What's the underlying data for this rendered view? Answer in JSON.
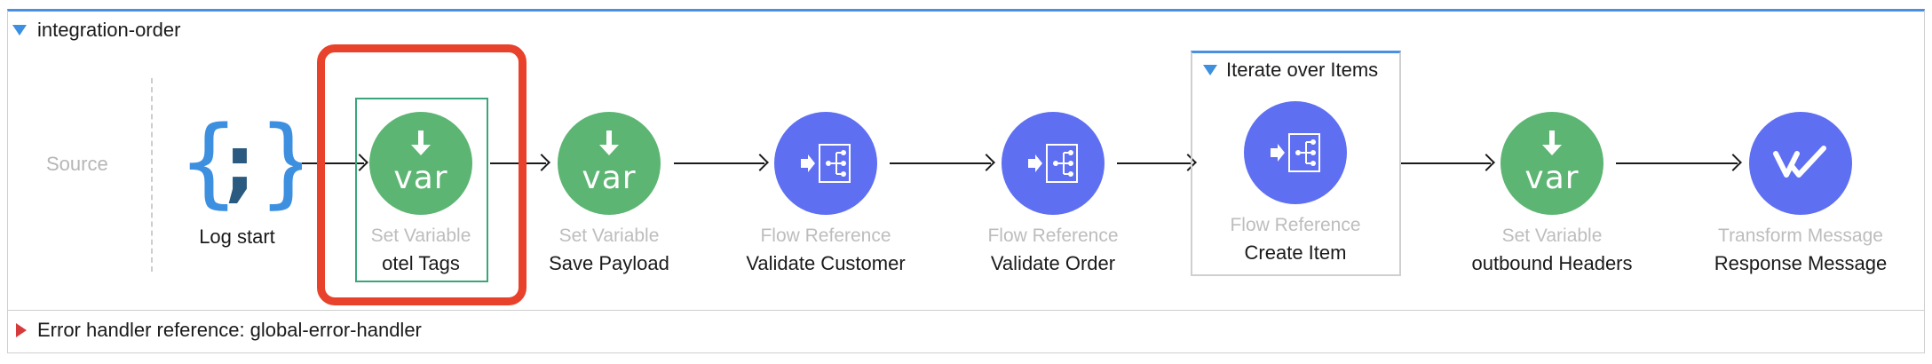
{
  "flow": {
    "name": "integration-order",
    "source_label": "Source",
    "error_handler": "Error handler reference: global-error-handler"
  },
  "nodes": [
    {
      "type": "",
      "name": "Log start",
      "icon": "logger-icon",
      "color": "#3d8fe0"
    },
    {
      "type": "Set Variable",
      "name": "otel Tags",
      "icon": "var-icon",
      "color": "#5cb572",
      "icon_text": "var"
    },
    {
      "type": "Set Variable",
      "name": "Save Payload",
      "icon": "var-icon",
      "color": "#5cb572",
      "icon_text": "var"
    },
    {
      "type": "Flow Reference",
      "name": "Validate Customer",
      "icon": "flow-reference-icon",
      "color": "#5f6ff2"
    },
    {
      "type": "Flow Reference",
      "name": "Validate Order",
      "icon": "flow-reference-icon",
      "color": "#5f6ff2"
    },
    {
      "type": "Flow Reference",
      "name": "Create Item",
      "icon": "flow-reference-icon",
      "color": "#5f6ff2"
    },
    {
      "type": "Set Variable",
      "name": "outbound Headers",
      "icon": "var-icon",
      "color": "#5cb572",
      "icon_text": "var"
    },
    {
      "type": "Transform Message",
      "name": "Response Message",
      "icon": "transform-icon",
      "color": "#5f6ff2"
    }
  ],
  "scope": {
    "title": "Iterate over Items"
  },
  "colors": {
    "highlight": "#e8412c",
    "accent": "#4a90e2",
    "selection": "#3aa57a"
  }
}
